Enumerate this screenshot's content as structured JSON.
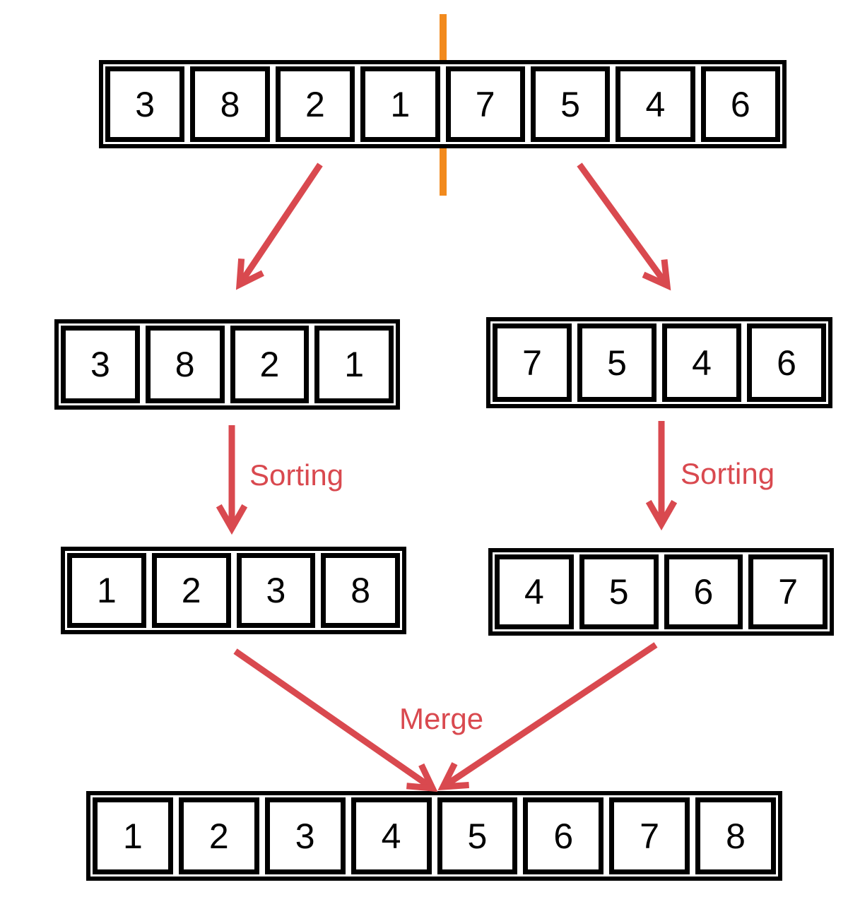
{
  "colors": {
    "arrow": "#D9494F",
    "divider": "#F28A1D",
    "box_border": "#000000",
    "background": "#FFFFFF"
  },
  "labels": {
    "sorting_left": "Sorting",
    "sorting_right": "Sorting",
    "merge": "Merge"
  },
  "arrays": {
    "unsorted": {
      "values": [
        "3",
        "8",
        "2",
        "1",
        "7",
        "5",
        "4",
        "6"
      ]
    },
    "left_half": {
      "values": [
        "3",
        "8",
        "2",
        "1"
      ]
    },
    "right_half": {
      "values": [
        "7",
        "5",
        "4",
        "6"
      ]
    },
    "left_sorted": {
      "values": [
        "1",
        "2",
        "3",
        "8"
      ]
    },
    "right_sorted": {
      "values": [
        "4",
        "5",
        "6",
        "7"
      ]
    },
    "merged": {
      "values": [
        "1",
        "2",
        "3",
        "4",
        "5",
        "6",
        "7",
        "8"
      ]
    }
  }
}
